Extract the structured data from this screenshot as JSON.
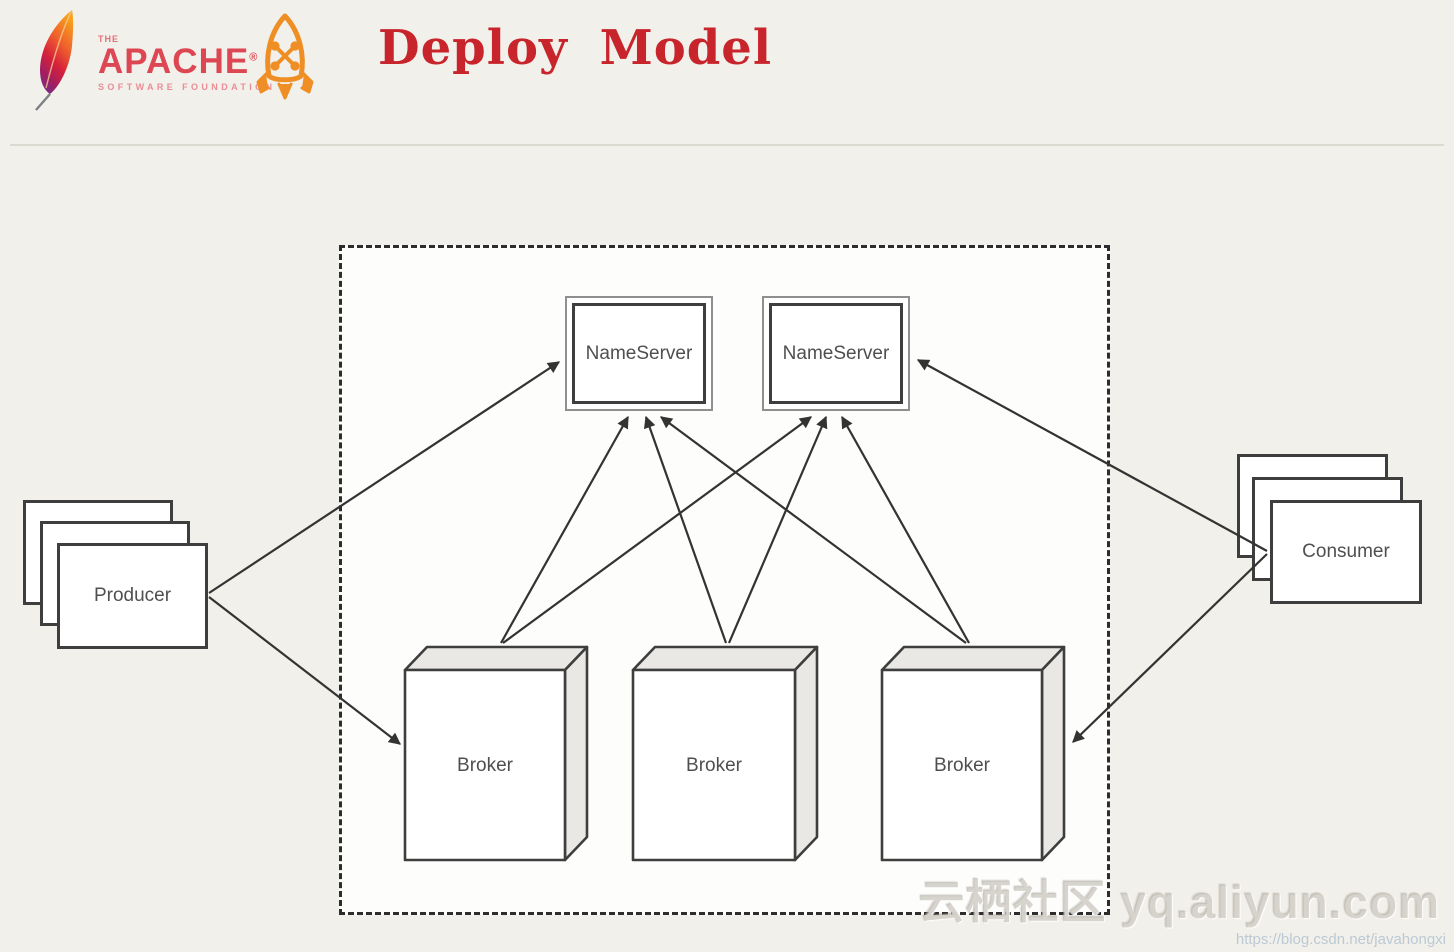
{
  "header": {
    "apache_logo": {
      "the": "THE",
      "name": "APACHE",
      "registered": "®",
      "subtitle": "SOFTWARE FOUNDATION"
    },
    "title": "Deploy Model"
  },
  "diagram": {
    "cluster": {
      "nameservers": [
        {
          "label": "NameServer"
        },
        {
          "label": "NameServer"
        }
      ],
      "brokers": [
        {
          "label": "Broker"
        },
        {
          "label": "Broker"
        },
        {
          "label": "Broker"
        }
      ]
    },
    "producer": {
      "label": "Producer"
    },
    "consumer": {
      "label": "Consumer"
    },
    "connections": [
      "Producer -> NameServer 1",
      "Producer -> Broker 1",
      "Consumer -> NameServer 2",
      "Consumer -> Broker 3",
      "Broker 1 -> NameServer 1",
      "Broker 1 -> NameServer 2",
      "Broker 2 -> NameServer 1",
      "Broker 2 -> NameServer 2",
      "Broker 3 -> NameServer 1",
      "Broker 3 -> NameServer 2"
    ],
    "colors": {
      "page_background": "#f2f0ea",
      "cluster_background": "#fdfdfc",
      "line": "#333333",
      "box_border": "#3e3e3e",
      "broker_face": "#e9e8e4",
      "title_red": "#c8242b",
      "apache_red": "#dd4653",
      "rocket_orange": "#ee8e24"
    }
  },
  "watermark": {
    "site": "云栖社区 yq.aliyun.com",
    "url": "https://blog.csdn.net/javahongxi"
  }
}
